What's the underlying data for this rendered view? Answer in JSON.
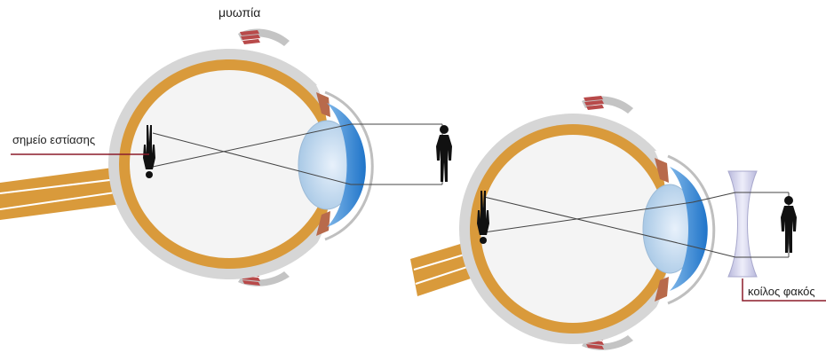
{
  "title": "μυωπία",
  "labels": {
    "focus_point": "σημείο εστίασης",
    "concave_lens": "κοίλος φακός"
  },
  "colors": {
    "sclera": "#d6d6d6",
    "choroid": "#d99a3b",
    "cornea": "#2f86d8",
    "crystalline_lens": "#bcd6ea",
    "ray": "#444444",
    "pointer_line": "#8b1b2a",
    "muscle": "#b84a4a",
    "concave_lens": "#c8c8e4",
    "figure": "#111111"
  },
  "icons": [
    "eye-diagram",
    "human-figure-icon",
    "concave-lens-icon"
  ]
}
